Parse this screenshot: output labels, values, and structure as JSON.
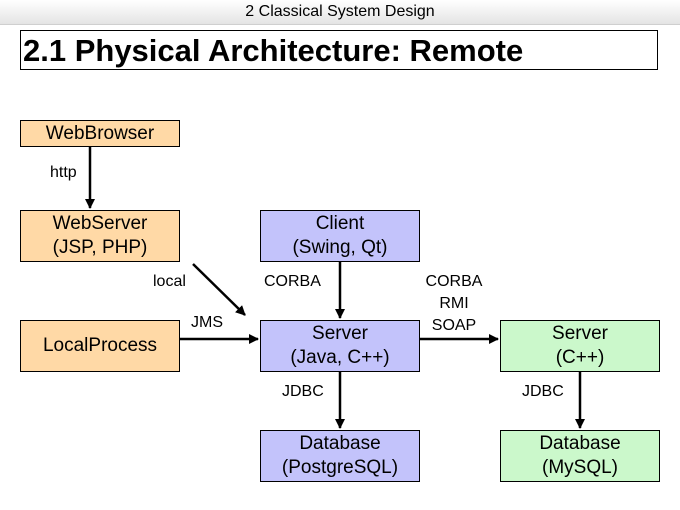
{
  "header": {
    "chapter": "2 Classical System Design"
  },
  "slide": {
    "title": "2.1 Physical Architecture: Remote"
  },
  "nodes": {
    "webbrowser": {
      "line1": "WebBrowser"
    },
    "webserver": {
      "line1": "WebServer",
      "line2": "(JSP, PHP)"
    },
    "localprocess": {
      "line1": "LocalProcess"
    },
    "client": {
      "line1": "Client",
      "line2": "(Swing, Qt)"
    },
    "server_java": {
      "line1": "Server",
      "line2": "(Java, C++)"
    },
    "database_pg": {
      "line1": "Database",
      "line2": "(PostgreSQL)"
    },
    "server_cpp": {
      "line1": "Server",
      "line2": "(C++)"
    },
    "database_mysql": {
      "line1": "Database",
      "line2": "(MySQL)"
    }
  },
  "edges": {
    "http": "http",
    "local": "local",
    "jms": "JMS",
    "corba_client": "CORBA",
    "remote_line1": "CORBA",
    "remote_line2": "RMI",
    "remote_line3": "SOAP",
    "jdbc_left": "JDBC",
    "jdbc_right": "JDBC"
  },
  "colors": {
    "web_tier": "#ffd9a6",
    "client_tier": "#c3c3fb",
    "remote_tier": "#cbf8cb"
  }
}
